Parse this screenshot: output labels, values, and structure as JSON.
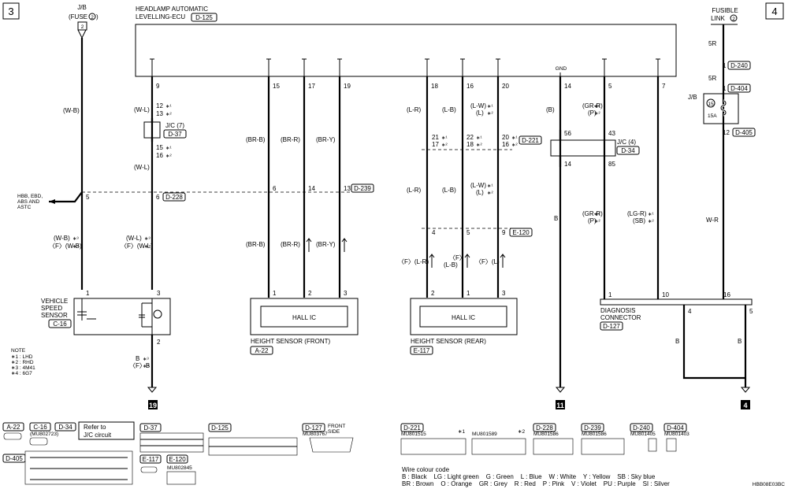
{
  "page": {
    "left_page": "3",
    "right_page": "4",
    "ref_code": "HBB08E03BC"
  },
  "ecu": {
    "title_line1": "HEADLAMP AUTOMATIC",
    "title_line2": "LEVELLING-ECU",
    "connector": "D-125",
    "pins": [
      "9",
      "15",
      "17",
      "19",
      "18",
      "16",
      "20",
      "14",
      "5",
      "7"
    ],
    "gnd_label": "GND"
  },
  "fuse": {
    "jb_label": "J/B",
    "fuse_label": "(FUSE",
    "fuse_num": "2",
    "fuse_close": ")",
    "pin": "2",
    "wire": "(W-B)"
  },
  "fusible": {
    "line1": "FUSIBLE",
    "line2": "LINK",
    "num": "2",
    "wire1": "5R",
    "conn1_pin": "1",
    "conn1": "D-240",
    "wire2": "5R",
    "conn2_pin": "1",
    "conn2": "D-404",
    "jb": "J/B",
    "fuse_num": "15",
    "amp": "15A",
    "out_pin": "12",
    "out_conn": "D-405",
    "wire3": "W-R"
  },
  "speed_circuit": {
    "wire_top": "(W-L)",
    "pin12": "12",
    "pin13": "13",
    "star1": "∗¹",
    "star2": "∗²",
    "jc_label": "J/C (7)",
    "jc_conn": "D-37",
    "pin15": "15",
    "pin16": "16",
    "wire_mid": "(W-L)",
    "splice_pin6": "6",
    "splice_conn": "D-228",
    "splice_pin5": "5",
    "abs_l1": "HBB, EBD,",
    "abs_l2": "ABS AND",
    "abs_l3": "ASTC",
    "wb1": "(W-B)",
    "wb2": "〈F〉(W-B)",
    "wl1": "(W-L)",
    "wl2": "〈F〉(W-L)",
    "star3": "∗³",
    "star4": "∗⁴",
    "vss_l1": "VEHICLE",
    "vss_l2": "SPEED",
    "vss_l3": "SENSOR",
    "vss_conn": "C-16",
    "vss_pin1": "1",
    "vss_pin3": "3",
    "vss_pin2": "2",
    "b1": "B",
    "b2": "〈F〉B",
    "ground_conn": "19"
  },
  "front_sensor": {
    "wire1": "(BR-B)",
    "wire2": "(BR-R)",
    "wire3": "(BR-Y)",
    "pin6": "6",
    "pin14": "14",
    "pin13": "13",
    "splice_conn": "D-239",
    "wire1b": "(BR-B)",
    "wire2b": "(BR-R)",
    "wire3b": "(BR-Y)",
    "p1": "1",
    "p2": "2",
    "p3": "3",
    "ic": "HALL IC",
    "name": "HEIGHT SENSOR (FRONT)",
    "conn": "A-22"
  },
  "rear_sensor": {
    "wire1": "(L-R)",
    "wire2": "(L-B)",
    "wire3a": "(L-W)",
    "wire3b": "(L)",
    "pin21": "21",
    "pin17": "17",
    "pin22": "22",
    "pin18": "18",
    "pin20": "20",
    "pin16": "16",
    "conn_d221": "D-221",
    "wire1c": "(L-R)",
    "wire2c": "(L-B)",
    "wire3c": "(L-W)",
    "wire3d": "(L)",
    "pin4": "4",
    "pin5": "5",
    "pin9": "9",
    "conn_e120": "E-120",
    "fl1": "〈F〉(L-R)",
    "fl2a": "〈F〉",
    "fl2b": "(L-B)",
    "fl3": "〈F〉(L)",
    "p2": "2",
    "p1": "1",
    "p3": "3",
    "ic": "HALL IC",
    "name": "HEIGHT SENSOR (REAR)",
    "conn": "E-117"
  },
  "ground_circuit": {
    "wire": "(B)",
    "pin56": "56",
    "pin14": "14",
    "wire_b": "B",
    "ground_conn": "11"
  },
  "diag_circuit": {
    "wire1": "(GR-R)",
    "wire2": "(P)",
    "pin43": "43",
    "jc_label": "J/C (4)",
    "jc_conn": "D-34",
    "pin85": "85",
    "wire3": "(GR-R)",
    "wire4": "(P)",
    "wire5": "(LG-R)",
    "wire6": "(SB)",
    "pin1": "1",
    "pin10": "10",
    "pin16": "16",
    "pin4": "4",
    "pin5": "5",
    "name1": "DIAGNOSIS",
    "name2": "CONNECTOR",
    "conn": "D-127",
    "b_left": "B",
    "b_right": "B",
    "ground_conn": "4"
  },
  "note": {
    "title": "NOTE",
    "l1": "∗1 : LHD",
    "l2": "∗2 : RHD",
    "l3": "∗3 : 4M41",
    "l4": "∗4 : 6G7"
  },
  "connectors": {
    "a22": "A-22",
    "c16": "C-16",
    "d34": "D-34",
    "refer1": "Refer to",
    "refer2": "J/C circuit",
    "c16_part": "(MU802723)",
    "d37": "D-37",
    "d125": "D-125",
    "d127": "D-127",
    "front_side1": "FRONT",
    "front_side2": "SIDE",
    "d127_part": "MU803767",
    "e117": "E-117",
    "e120": "E-120",
    "e120_part": "MU802845",
    "d405": "D-405",
    "d221": "D-221",
    "d221_part1": "MU801515",
    "d221_part2": "MU801589",
    "d228": "D-228",
    "d228_part": "MU801586",
    "d239": "D-239",
    "d239_part": "MU801586",
    "d240": "D-240",
    "d240_part": "MU801405",
    "d404": "D-404",
    "d404_part": "MU801403",
    "star1": "∗1",
    "star2": "∗2"
  },
  "colour_code": {
    "title": "Wire colour code",
    "row1": "B : Black    LG : Light green    G : Green    L : Blue    W : White    Y : Yellow    SB : Sky blue",
    "row2": "BR : Brown    O : Orange    GR : Grey    R : Red    P : Pink    V : Violet    PU : Purple    SI : Silver"
  }
}
